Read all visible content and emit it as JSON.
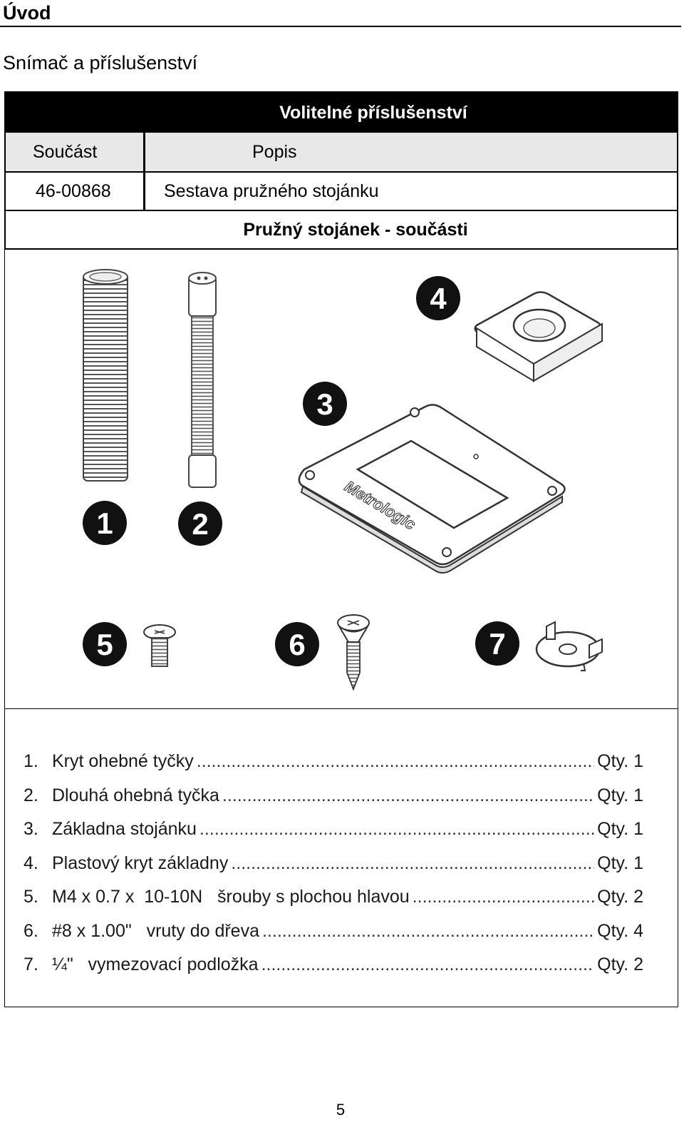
{
  "page": {
    "heading": "Úvod",
    "subtitle": "Snímač a příslušenství",
    "page_number": "5"
  },
  "table": {
    "title": "Volitelné příslušenství",
    "col_part": "Součást",
    "col_desc": "Popis",
    "row_part": "46-00868",
    "row_desc": "Sestava pružného stojánku",
    "section": "Pružný stojánek - součásti"
  },
  "illustration": {
    "logo_text": "Metrologic",
    "markers": [
      "1",
      "2",
      "3",
      "4",
      "5",
      "6",
      "7"
    ]
  },
  "parts": [
    {
      "num": "1.",
      "name": "Kryt ohebné tyčky",
      "qty": "Qty. 1"
    },
    {
      "num": "2.",
      "name": "Dlouhá ohebná tyčka",
      "qty": "Qty. 1"
    },
    {
      "num": "3.",
      "name": "Základna stojánku",
      "qty": "Qty. 1"
    },
    {
      "num": "4.",
      "name": "Plastový kryt základny",
      "qty": "Qty. 1"
    },
    {
      "num": "5.",
      "name": "M4 x 0.7 x  10-10N   šrouby s plochou hlavou",
      "qty": "Qty. 2"
    },
    {
      "num": "6.",
      "name": "#8 x 1.00\"   vruty do dřeva",
      "qty": "Qty. 4"
    },
    {
      "num": "7.",
      "name": "¼\"   vymezovací podložka",
      "qty": "Qty. 2"
    }
  ],
  "dot_leader": "........................................................................................................................"
}
